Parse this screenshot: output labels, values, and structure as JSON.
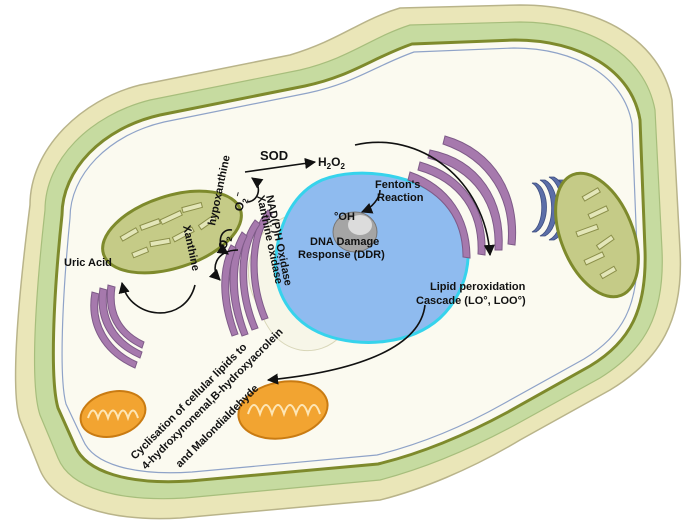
{
  "labels": {
    "sod": "SOD",
    "h2o2_main": "H",
    "h2o2_sub1": "2",
    "h2o2_mid": "O",
    "h2o2_sub2": "2",
    "fenton_line1": "Fenton's",
    "fenton_line2": "Reaction",
    "hydroxyl": "°OH",
    "ddr_line1": "DNA Damage",
    "ddr_line2": "Response (DDR)",
    "lipid_line1": "Lipid peroxidation",
    "lipid_line2": "Cascade (LO°, LOO°)",
    "hypoxanthine": "hypoxanthine",
    "xanthine": "Xanthine",
    "o2_top": "O",
    "o2_top_sub": "2",
    "o2_top_sup": "−",
    "o2_left": "O",
    "o2_left_sub": "2",
    "xanthine_oxidase": "Xanthine oxidase",
    "nadph_oxidase": "NAD(P)H Oxidase",
    "uric_acid": "Uric Acid",
    "cyclisation_line1": "Cyclisation of cellular lipids to",
    "cyclisation_line2": "4-hydroxynonenal,B-hydroxyacrolein",
    "cyclisation_line3": "and Malondialdehyde"
  },
  "colors": {
    "cell_wall_outer": "#e8e3b4",
    "cell_wall_green": "#b9d38f",
    "membrane_olive": "#7e8a2c",
    "cytoplasm": "#fbfaf0",
    "nucleus": "#8fbbef",
    "nucleus_rim": "#36d3ec",
    "nucleolus": "#9c9c9c",
    "er_purple": "#a679ad",
    "golgi_blue": "#5b6ea8",
    "chloroplast": "#c5cb87",
    "mitochondria": "#f2a431",
    "vacuole": "#f7f6e8"
  }
}
